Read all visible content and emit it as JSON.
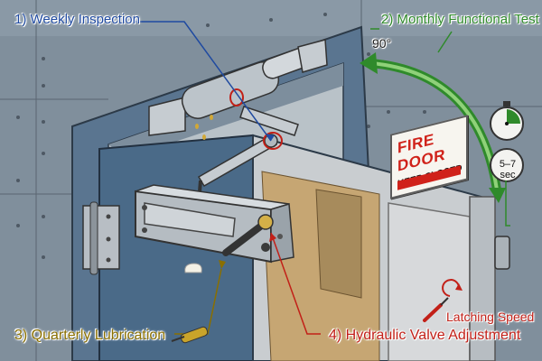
{
  "title": "",
  "labels": {
    "weekly": "1) Weekly Inspection",
    "monthly": "2) Monthly Functional Test",
    "lubrication": "3) Quarterly Lubrication",
    "valve": "4) Hydraulic Valve Adjustment",
    "latching": "Latching Speed",
    "angle": "90°"
  },
  "sign": {
    "line1": "FIRE DOOR",
    "line2": "KEEP CLOSED"
  },
  "timer": {
    "text": "5–7\nsec"
  },
  "colors": {
    "inspection": "#1f4aa0",
    "functional_test": "#2f8a2b",
    "lubrication": "#8a6f00",
    "adjustment": "#c22018"
  },
  "icons": [
    "stopwatch-icon",
    "grease-gun-icon",
    "screwdriver-icon",
    "adjustment-arrows-icon"
  ]
}
